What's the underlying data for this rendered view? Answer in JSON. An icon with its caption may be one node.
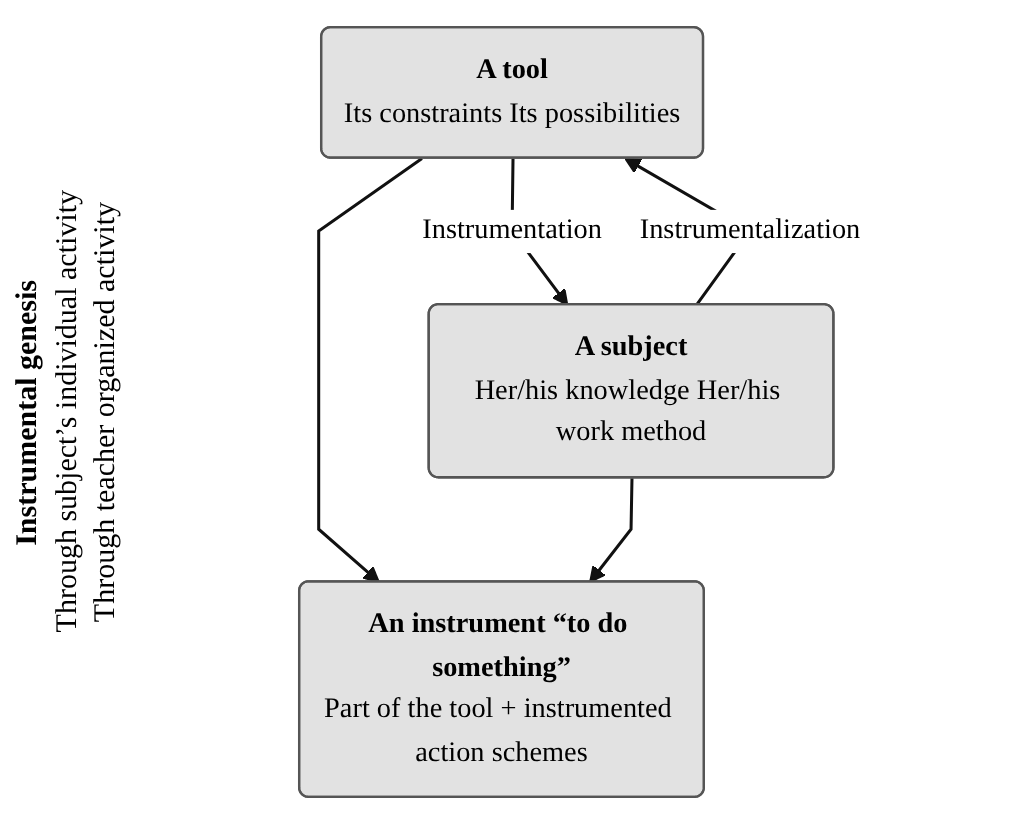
{
  "diagram": {
    "nodes": [
      {
        "text": [
          "A tool",
          "Its constraints Its possibilities"
        ]
      },
      {
        "text": [
          "A subject",
          "Her/his knowledge Her/his work method"
        ]
      },
      {
        "text": [
          "An instrument “to do something”",
          "Part of the tool + instrumented action schemes"
        ]
      }
    ],
    "edges": [
      {
        "from": 0,
        "to": 1,
        "arrow": "to",
        "label": "Instrumentation"
      },
      {
        "from": 1,
        "to": 0,
        "arrow": "to",
        "label": "Instrumentalization"
      },
      {
        "from": 0,
        "to": 2,
        "arrow": "to"
      },
      {
        "from": 1,
        "to": 2,
        "arrow": "to"
      }
    ],
    "labels": [
      "Instrumental genesis",
      "Through subject’s individual activity",
      "Through teacher organized activity"
    ]
  }
}
